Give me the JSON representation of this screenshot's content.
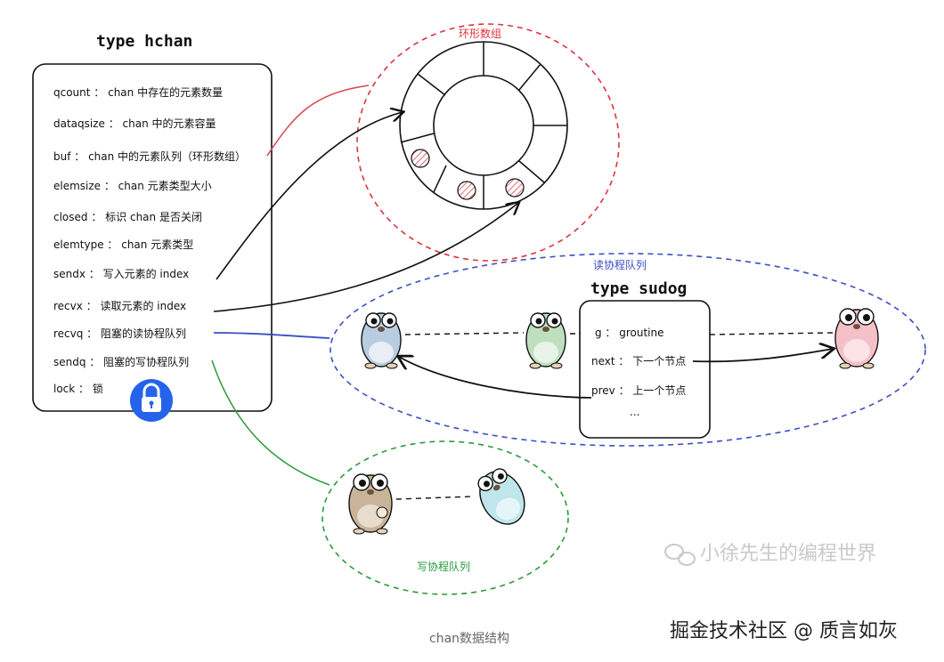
{
  "hchan": {
    "title": "type hchan",
    "fields": [
      "qcount ： chan 中存在的元素数量",
      "dataqsize ： chan 中的元素容量",
      "buf ： chan 中的元素队列（环形数组）",
      "elemsize ： chan 元素类型大小",
      "closed ： 标识 chan 是否关闭",
      "elemtype ： chan 元素类型",
      "sendx ： 写入元素的 index",
      "recvx ： 读取元素的 index",
      "recvq ： 阻塞的读协程队列",
      "sendq ： 阻塞的写协程队列",
      "lock ： 锁"
    ]
  },
  "ring": {
    "label": "环形数组"
  },
  "read_queue": {
    "label": "读协程队列"
  },
  "write_queue": {
    "label": "写协程队列"
  },
  "sudog": {
    "title": "type sudog",
    "fields": [
      "g ： groutine",
      "next ： 下一个节点",
      "prev ： 上一个节点",
      "..."
    ]
  },
  "caption": "chan数据结构",
  "watermark": "小徐先生的编程世界",
  "credit": "掘金技术社区 @ 质言如灰",
  "colors": {
    "ring_dash": "#e0313b",
    "read_dash": "#3a4fc4",
    "write_dash": "#2a9a3a",
    "lock_blue": "#2563eb",
    "gopher_blue": "#b9cde0",
    "gopher_green": "#bfe0bf",
    "gopher_pink": "#f5c1c8",
    "gopher_brown": "#c9b49a",
    "gopher_cyan": "#bfe6ea"
  }
}
